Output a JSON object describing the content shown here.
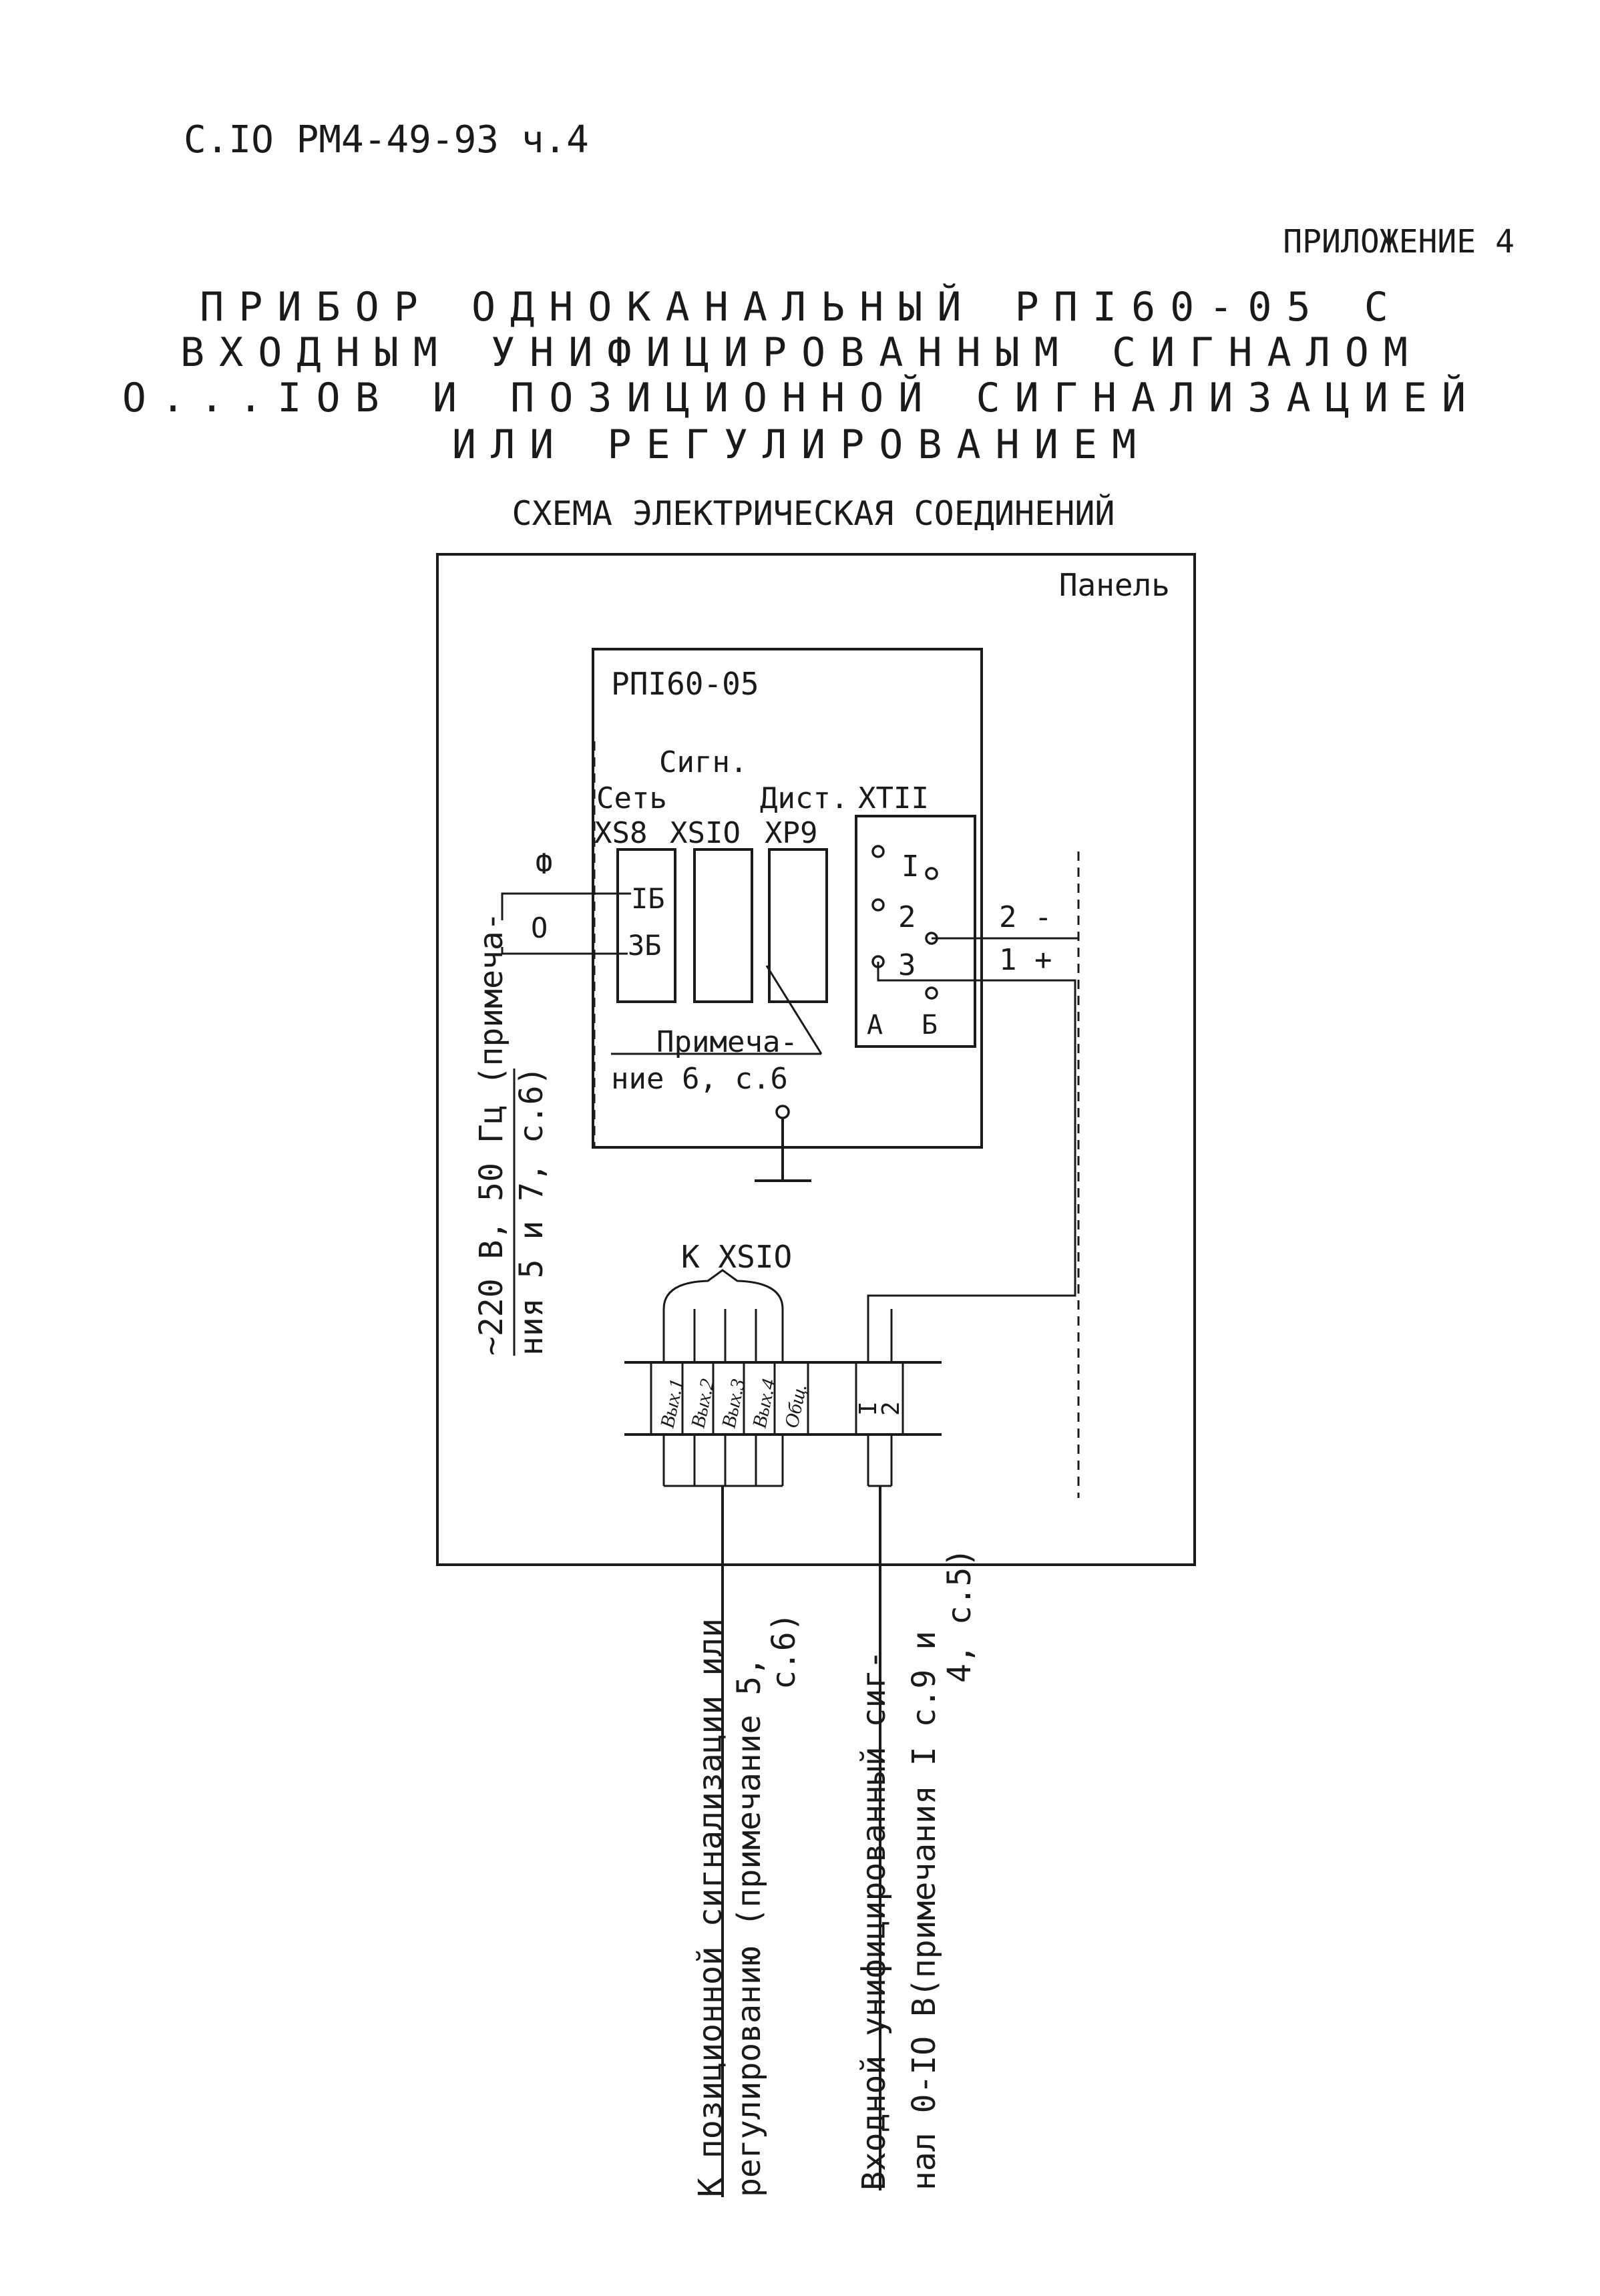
{
  "header": {
    "page_ref": "С.IO  РМ4-49-93 ч.4",
    "appendix": "ПРИЛОЖЕНИЕ 4",
    "title_lines": [
      "ПРИБОР ОДНОКАНАЛЬНЫЙ РПI60-05 С",
      "ВХОДНЫМ УНИФИЦИРОВАННЫМ СИГНАЛОМ",
      "О...IOВ И ПОЗИЦИОННОЙ СИГНАЛИЗАЦИЕЙ",
      "ИЛИ РЕГУЛИРОВАНИЕМ"
    ],
    "subtitle": "СХЕМА ЭЛЕКТРИЧЕСКАЯ СОЕДИНЕНИЙ"
  },
  "panel": {
    "label": "Панель"
  },
  "device": {
    "name": "РПI60-05",
    "signal_label": "Сигн.",
    "connectors": [
      {
        "top_label": "Сеть",
        "code": "XS8",
        "pins": [
          "IБ",
          "3Б"
        ]
      },
      {
        "top_label": "",
        "code": "XSIO"
      },
      {
        "top_label": "Дист.",
        "code": "XP9"
      },
      {
        "top_label": "",
        "code": "XTII"
      }
    ],
    "xt_pins": [
      "I",
      "2",
      "3"
    ],
    "xt_columns": [
      "А",
      "Б"
    ],
    "note_lines": [
      "Примеча-",
      "ние 6, с.6"
    ]
  },
  "power": {
    "phase": "Ф",
    "neutral": "О",
    "caption_lines": [
      "~220 В, 50 Гц (примеча-",
      "ния 5 и 7, с.6)"
    ]
  },
  "output_wires": {
    "minus": "2 -",
    "plus": "1 +"
  },
  "terminal_block": {
    "bus_label": "К XSIO",
    "cells": [
      "Вых.1",
      "Вых.2",
      "Вых.3",
      "Вых.4",
      "Общ."
    ],
    "pair_top": "I",
    "pair_bottom": "2"
  },
  "bottom_captions": {
    "left_lines": [
      "К позиционной сигнализации или",
      "регулированию (примечание 5,",
      "с.6)"
    ],
    "right_lines": [
      "Входной унифицированный сиг-",
      "нал 0-IO В(примечания I с.9 и",
      "4, с.5)"
    ]
  }
}
